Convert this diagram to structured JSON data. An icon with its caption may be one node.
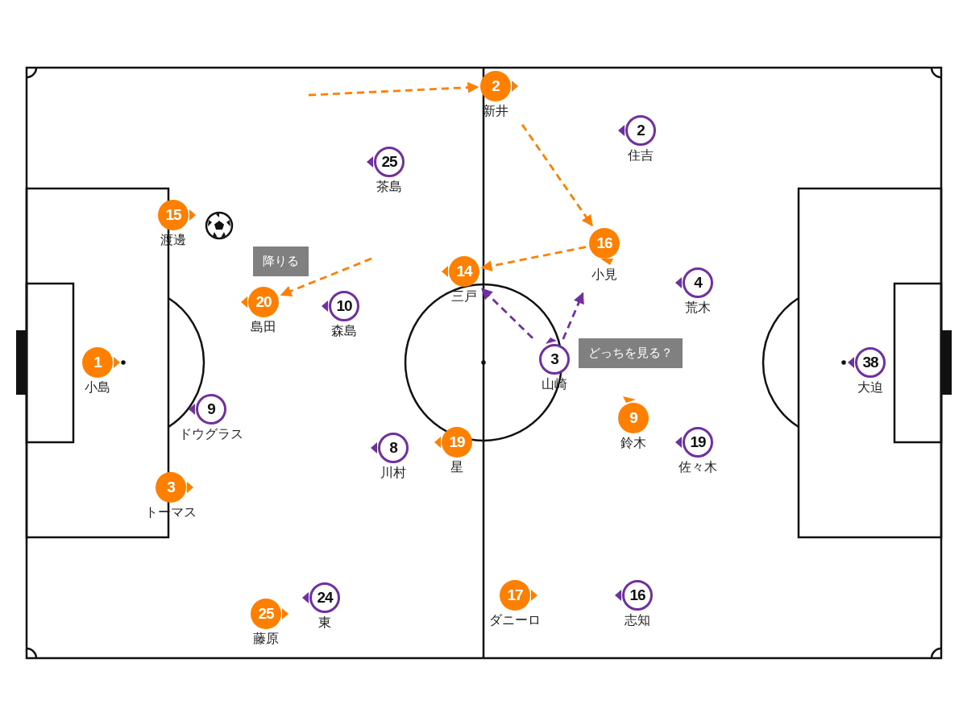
{
  "diagram": {
    "nodes": [
      {
        "text": [
          "2",
          "新井"
        ]
      },
      {
        "text": [
          "2",
          "住吉"
        ]
      },
      {
        "text": [
          "25",
          "茶島"
        ]
      },
      {
        "text": [
          "15",
          "渡邊"
        ]
      },
      {
        "text": [
          "16",
          "小見"
        ]
      },
      {
        "text": [
          "14",
          "三戸"
        ]
      },
      {
        "text": [
          "4",
          "荒木"
        ]
      },
      {
        "text": [
          "20",
          "島田"
        ]
      },
      {
        "text": [
          "10",
          "森島"
        ]
      },
      {
        "text": [
          "1",
          "小島"
        ]
      },
      {
        "text": [
          "3",
          "山崎"
        ]
      },
      {
        "text": [
          "38",
          "大迫"
        ]
      },
      {
        "text": [
          "9",
          "ドウグラス"
        ]
      },
      {
        "text": [
          "9",
          "鈴木"
        ]
      },
      {
        "text": [
          "19",
          "佐々木"
        ]
      },
      {
        "text": [
          "19",
          "星"
        ]
      },
      {
        "text": [
          "8",
          "川村"
        ]
      },
      {
        "text": [
          "3",
          "トーマス"
        ]
      },
      {
        "text": [
          "17",
          "ダニーロ"
        ]
      },
      {
        "text": [
          "24",
          "東"
        ]
      },
      {
        "text": [
          "16",
          "志知"
        ]
      },
      {
        "text": [
          "25",
          "藤原"
        ]
      }
    ],
    "edges": [
      {
        "from": null,
        "to": 0,
        "arrow": "to",
        "style": "dashed"
      },
      {
        "from": 0,
        "to": 4,
        "arrow": "to",
        "style": "dashed"
      },
      {
        "from": null,
        "to": 7,
        "arrow": "to",
        "style": "dashed"
      },
      {
        "from": 4,
        "to": 5,
        "arrow": "to",
        "style": "dashed"
      },
      {
        "from": 10,
        "to": 5,
        "arrow": "to",
        "style": "dashed",
        "color": "#7030a0"
      },
      {
        "from": 10,
        "to": 4,
        "arrow": "to",
        "style": "dashed",
        "color": "#7030a0"
      }
    ],
    "labels": [
      "降りる",
      "どっちを見る？"
    ]
  }
}
